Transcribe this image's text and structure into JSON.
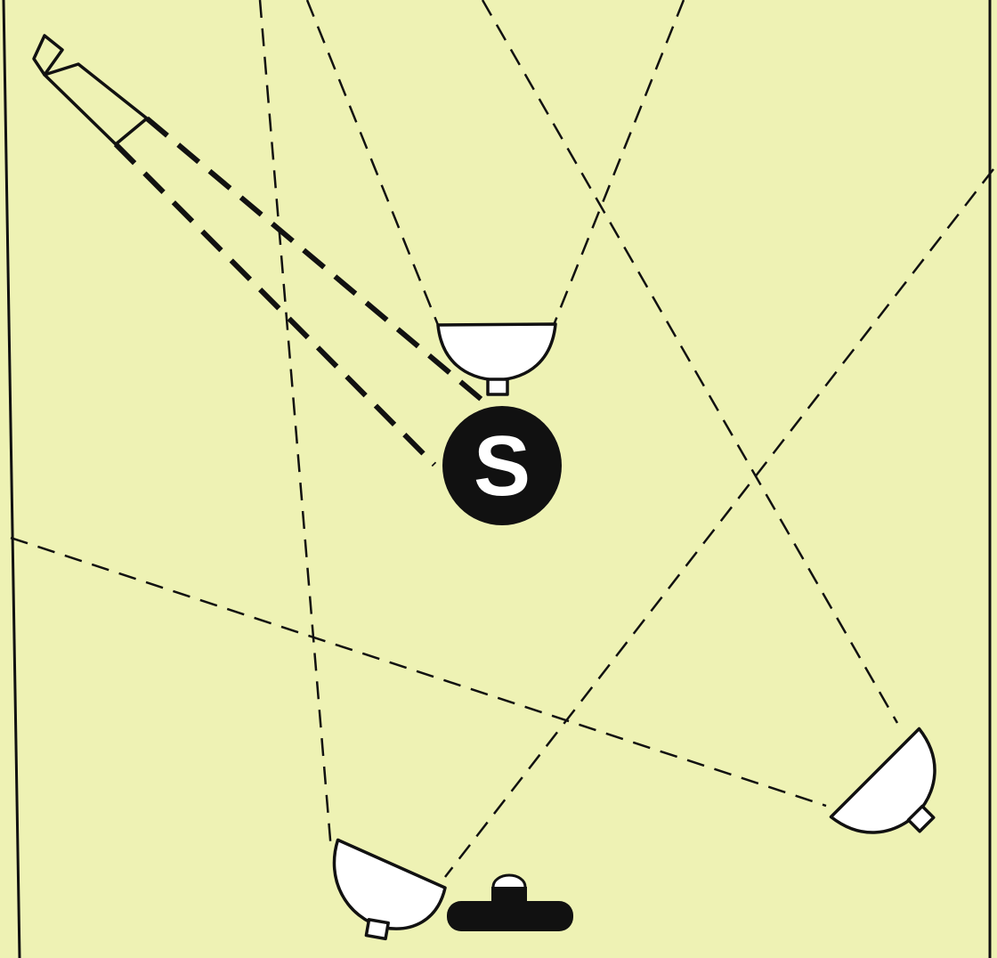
{
  "subject": {
    "label": "S"
  },
  "colors": {
    "background": "#eef2b4",
    "ink": "#111111",
    "lamp_fill": "#ffffff"
  },
  "elements": {
    "lights": [
      "top-light",
      "right-light",
      "bottom-left-light"
    ],
    "camera": "camera",
    "subject": "subject",
    "floor_marker": "tripod-base"
  }
}
